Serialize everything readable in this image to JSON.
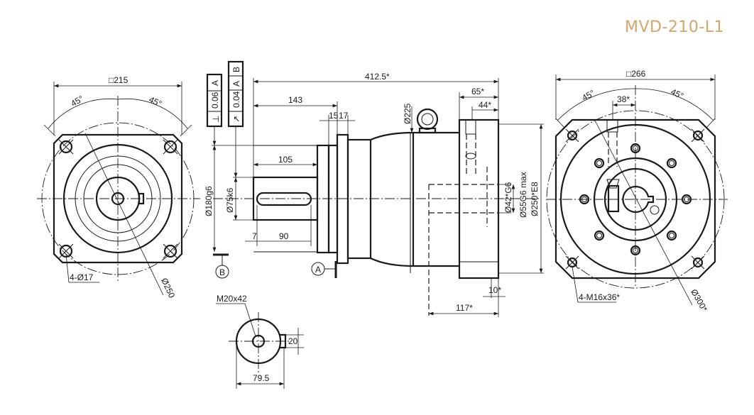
{
  "title": "MVD-210-L1",
  "front_view": {
    "square": "□215",
    "angle_left": "45°",
    "angle_right": "45°",
    "holes": "4-Ø17",
    "pcd": "Ø250"
  },
  "side_view": {
    "overall_length": "412.5*",
    "shaft_to_flange": "143",
    "flange_a": "15",
    "flange_b": "17",
    "body_dia": "Ø225",
    "rear_length": "65*",
    "rear_inner": "44*",
    "shaft_length": "105",
    "key_offset": "7",
    "key_length": "90",
    "pilot_dia": "Ø180g6",
    "shaft_dia": "Ø75k6",
    "input_bore": "Ø42*G6",
    "input_bore_max": "Ø55G6 max",
    "rear_pilot": "Ø250*E8",
    "rear_depth": "10*",
    "bore_depth": "117*",
    "tolerance_1": {
      "symbol": "⊥",
      "value": "0.06",
      "datum": "A"
    },
    "tolerance_2": {
      "symbol": "↗",
      "value": "0.04",
      "datum1": "A",
      "datum2": "B"
    },
    "datum_a": "A",
    "datum_b": "B"
  },
  "rear_view": {
    "square": "□266",
    "angle_left": "45°",
    "angle_right": "45°",
    "offset": "38*",
    "holes": "4-M16x36*",
    "pcd": "Ø300*"
  },
  "shaft_section": {
    "thread": "M20x42",
    "key_height": "20",
    "width": "79.5"
  }
}
